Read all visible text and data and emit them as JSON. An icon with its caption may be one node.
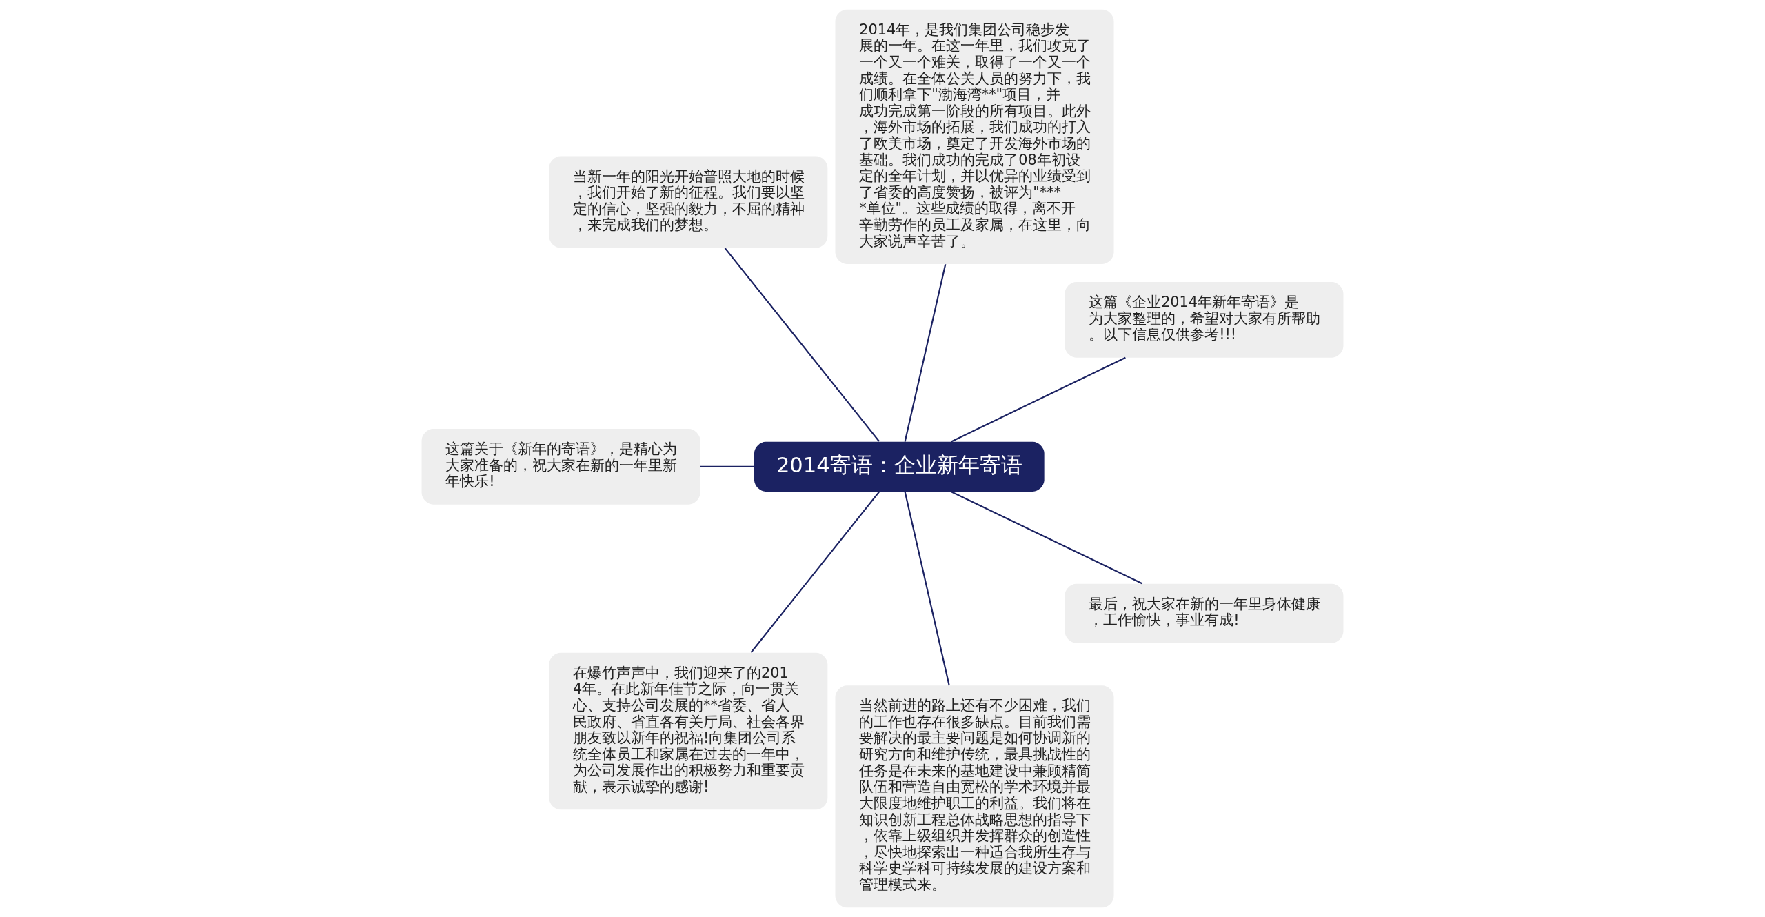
{
  "diagram": {
    "nodes": [
      {
        "text": [
          "2014寄语：企业新年寄语"
        ]
      },
      {
        "text": [
          "这篇《企业2014年新年寄语》是为大家整理的，希望对大家有所帮助。以下信息仅供参考!!!"
        ]
      },
      {
        "text": [
          "2014年，是我们集团公司稳步发展的一年。在这一年里，我们攻克了一个又一个难关，取得了一个又一个成绩。在全体公关人员的努力下，我们顺利拿下\"渤海湾**\"项目，并成功完成第一阶段的所有项目。此外，海外市场的拓展，我们成功的打入了欧美市场，奠定了开发海外市场的基础。我们成功的完成了08年初设定的全年计划，并以优异的业绩受到了省委的高度赞扬，被评为\"****单位\"。这些成绩的取得，离不开辛勤劳作的员工及家属，在这里，向大家说声辛苦了。"
        ]
      },
      {
        "text": [
          "当新一年的阳光开始普照大地的时候，我们开始了新的征程。我们要以坚定的信心，坚强的毅力，不屈的精神，来完成我们的梦想。"
        ]
      },
      {
        "text": [
          "这篇关于《新年的寄语》，是精心为大家准备的，祝大家在新的一年里新年快乐!"
        ]
      },
      {
        "text": [
          "在爆竹声声中，我们迎来了的2014年。在此新年佳节之际，向一贯关心、支持公司发展的**省委、省人民政府、省直各有关厅局、社会各界朋友致以新年的祝福!向集团公司系统全体员工和家属在过去的一年中，为公司发展作出的积极努力和重要贡献，表示诚挚的感谢!"
        ]
      },
      {
        "text": [
          "当然前进的路上还有不少困难，我们的工作也存在很多缺点。目前我们需要解决的最主要问题是如何协调新的研究方向和维护传统，最具挑战性的任务是在未来的基地建设中兼顾精简队伍和营造自由宽松的学术环境并最大限度地维护职工的利益。我们将在知识创新工程总体战略思想的指导下，依靠上级组织并发挥群众的创造性，尽快地探索出一种适合我所生存与科学史学科可持续发展的建设方案和管理模式来。"
        ]
      },
      {
        "text": [
          "最后，祝大家在新的一年里身体健康，工作愉快，事业有成!"
        ]
      }
    ],
    "edges": [
      {
        "from": 0,
        "to": 1,
        "arrow": "none"
      },
      {
        "from": 0,
        "to": 2,
        "arrow": "none"
      },
      {
        "from": 0,
        "to": 3,
        "arrow": "none"
      },
      {
        "from": 0,
        "to": 4,
        "arrow": "none"
      },
      {
        "from": 0,
        "to": 5,
        "arrow": "none"
      },
      {
        "from": 0,
        "to": 6,
        "arrow": "none"
      },
      {
        "from": 0,
        "to": 7,
        "arrow": "none"
      }
    ]
  }
}
